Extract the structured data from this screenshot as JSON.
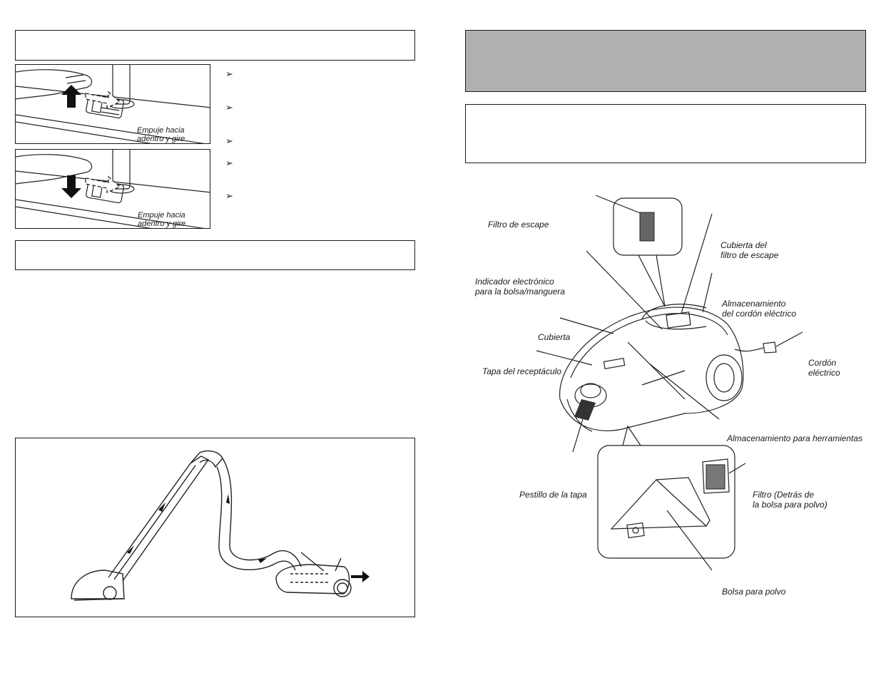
{
  "left": {
    "panel1": {
      "caption": "Empuje hacia\nadentro y gire"
    },
    "panel2": {
      "caption": "Empuje hacia\nadentro y gire"
    },
    "bullet_glyph": "➢"
  },
  "right": {
    "labels": {
      "exhaust_filter": "Filtro de escape",
      "exhaust_filter_cover": "Cubierta del\nfiltro de escape",
      "bag_hose_indicator": "Indicador electrónico\npara la bolsa/manguera",
      "cord_storage": "Almacenamiento\ndel cordón eléctrico",
      "cover": "Cubierta",
      "power_cord": "Cordón\neléctrico",
      "receptacle_lid": "Tapa del receptáculo",
      "tool_storage": "Almacenamiento para herramientas",
      "lid_latch": "Pestillo de la tapa",
      "filter_behind_bag": "Filtro (Detrás de\nla bolsa para polvo)",
      "dust_bag": "Bolsa para polvo"
    }
  }
}
